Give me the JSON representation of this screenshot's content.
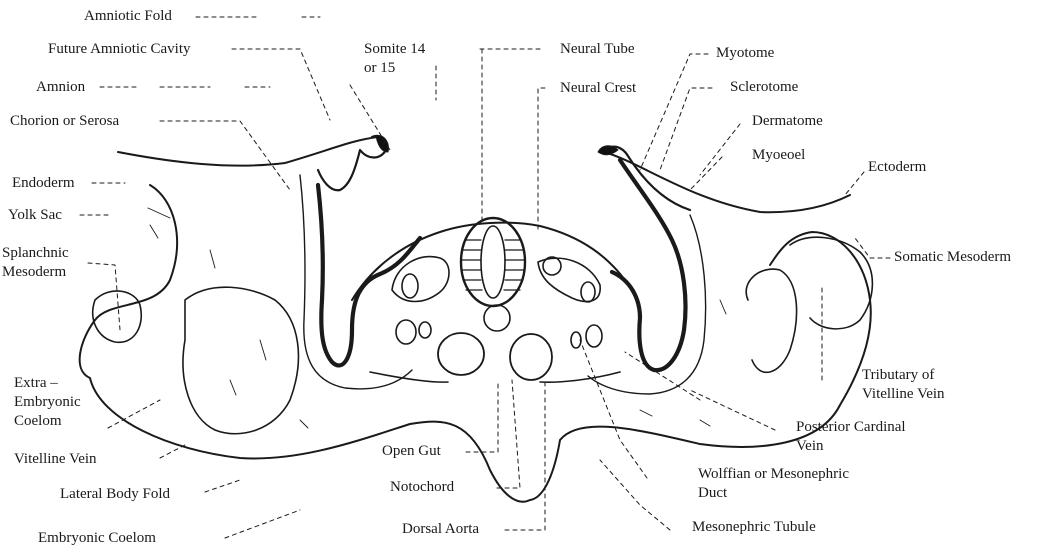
{
  "labels": {
    "amniotic_fold": "Amniotic Fold",
    "future_amniotic_cavity": "Future Amniotic Cavity",
    "amnion": "Amnion",
    "chorion": "Chorion or Serosa",
    "endoderm": "Endoderm",
    "yolk_sac": "Yolk Sac",
    "splanchnic": "Splanchnic\nMesoderm",
    "extra_coelom": "Extra –\nEmbryonic\nCoelom",
    "vitelline_vein": "Vitelline Vein",
    "lateral_body_fold": "Lateral Body Fold",
    "embryonic_coelom": "Embryonic Coelom",
    "somite": "Somite 14\nor 15",
    "neural_tube": "Neural Tube",
    "neural_crest": "Neural Crest",
    "open_gut": "Open Gut",
    "notochord": "Notochord",
    "dorsal_aorta": "Dorsal Aorta",
    "myotome": "Myotome",
    "sclerotome": "Sclerotome",
    "dermatome": "Dermatome",
    "myocoel": "Myoeoel",
    "ectoderm": "Ectoderm",
    "somatic_mesoderm": "Somatic Mesoderm",
    "tributary": "Tributary of\nVitelline Vein",
    "posterior_cardinal": "Posterior Cardinal\nVein",
    "wolffian": "Wolffian or Mesonephric\nDuct",
    "mesonephric_tubule": "Mesonephric Tubule"
  },
  "colors": {
    "line": "#1a1a1a",
    "background": "#ffffff"
  }
}
